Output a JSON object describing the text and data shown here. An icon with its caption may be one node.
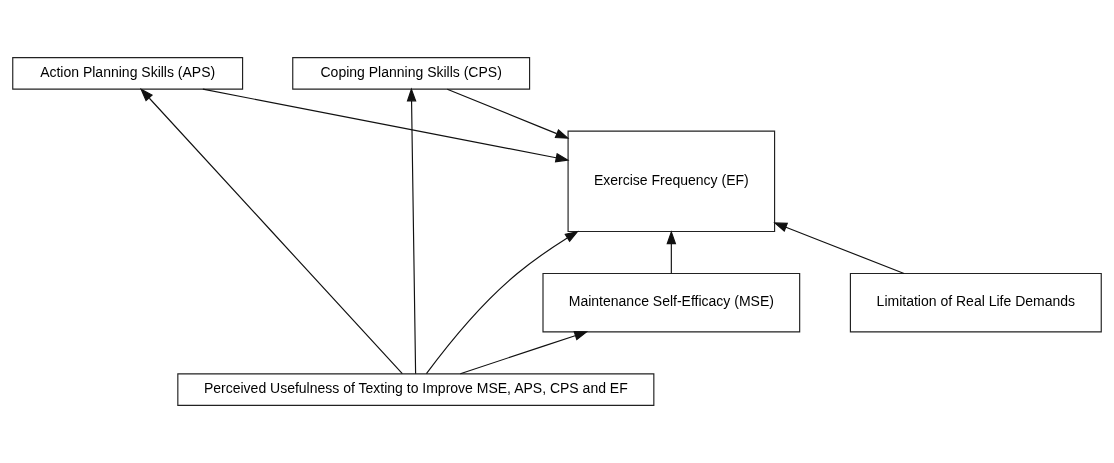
{
  "diagram": {
    "nodes": [
      {
        "text": [
          "Action Planning Skills (APS)"
        ]
      },
      {
        "text": [
          "Coping Planning Skills (CPS)"
        ]
      },
      {
        "text": [
          "Exercise Frequency (EF)"
        ]
      },
      {
        "text": [
          "Maintenance Self-Efficacy (MSE)"
        ]
      },
      {
        "text": [
          "Limitation of Real Life Demands"
        ]
      },
      {
        "text": [
          "Perceived Usefulness of Texting to Improve MSE, APS, CPS and EF"
        ]
      }
    ],
    "edges": [
      {
        "from": 0,
        "to": 2,
        "arrow": "to"
      },
      {
        "from": 1,
        "to": 2,
        "arrow": "to"
      },
      {
        "from": 3,
        "to": 2,
        "arrow": "to"
      },
      {
        "from": 4,
        "to": 2,
        "arrow": "to"
      },
      {
        "from": 5,
        "to": 2,
        "arrow": "to"
      },
      {
        "from": 5,
        "to": 3,
        "arrow": "to"
      },
      {
        "from": 5,
        "to": 0,
        "arrow": "to"
      },
      {
        "from": 5,
        "to": 1,
        "arrow": "to"
      }
    ]
  }
}
